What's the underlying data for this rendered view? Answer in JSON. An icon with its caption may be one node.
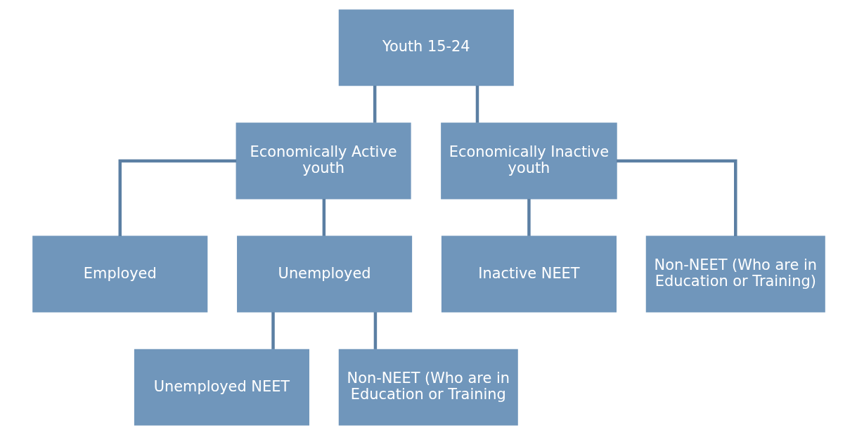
{
  "diagram": {
    "nodes": [
      {
        "text": [
          "Youth 15-24"
        ]
      },
      {
        "text": [
          "Economically Active youth"
        ]
      },
      {
        "text": [
          "Economically Inactive youth"
        ]
      },
      {
        "text": [
          "Employed"
        ]
      },
      {
        "text": [
          "Unemployed"
        ]
      },
      {
        "text": [
          "Inactive NEET"
        ]
      },
      {
        "text": [
          "Non-NEET (Who are in Education or Training)"
        ]
      },
      {
        "text": [
          "Unemployed NEET"
        ]
      },
      {
        "text": [
          "Non-NEET (Who are in Education or Training"
        ]
      }
    ],
    "edges": [
      {
        "from": 0,
        "to": 1,
        "arrow": "none"
      },
      {
        "from": 0,
        "to": 2,
        "arrow": "none"
      },
      {
        "from": 1,
        "to": 3,
        "arrow": "none"
      },
      {
        "from": 1,
        "to": 4,
        "arrow": "none"
      },
      {
        "from": 2,
        "to": 5,
        "arrow": "none"
      },
      {
        "from": 2,
        "to": 6,
        "arrow": "none"
      },
      {
        "from": 4,
        "to": 7,
        "arrow": "none"
      },
      {
        "from": 4,
        "to": 8,
        "arrow": "none"
      }
    ]
  }
}
